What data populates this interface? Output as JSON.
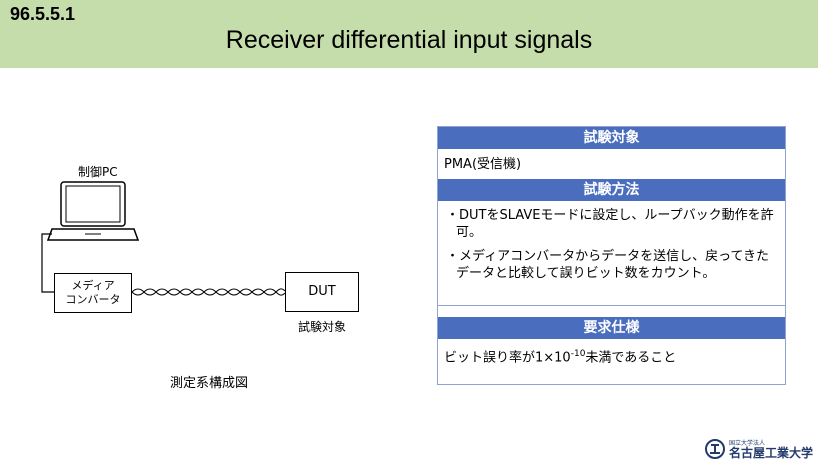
{
  "header": {
    "section_number": "96.5.5.1",
    "title": "Receiver differential input signals"
  },
  "diagram": {
    "pc_label": "制御PC",
    "media_converter_line1": "メディア",
    "media_converter_line2": "コンバータ",
    "dut_box": "DUT",
    "dut_caption": "試験対象",
    "caption": "測定系構成図"
  },
  "panel": {
    "target_heading": "試験対象",
    "target_text": "PMA(受信機)",
    "method_heading": "試験方法",
    "method_items": [
      "・DUTをSLAVEモードに設定し、ループバック動作を許可。",
      "・メディアコンバータからデータを送信し、戻ってきたデータと比較して誤りビット数をカウント。"
    ],
    "requirement_heading": "要求仕様",
    "requirement_text": "ビット誤り率が1×10",
    "requirement_exponent": "-10",
    "requirement_suffix": "未満であること"
  },
  "logo": {
    "small_text": "国立大学法人",
    "name": "名古屋工業大学"
  },
  "colors": {
    "header_band": "#c5dcab",
    "panel_heading": "#4a6dbd",
    "logo": "#233a6d"
  }
}
